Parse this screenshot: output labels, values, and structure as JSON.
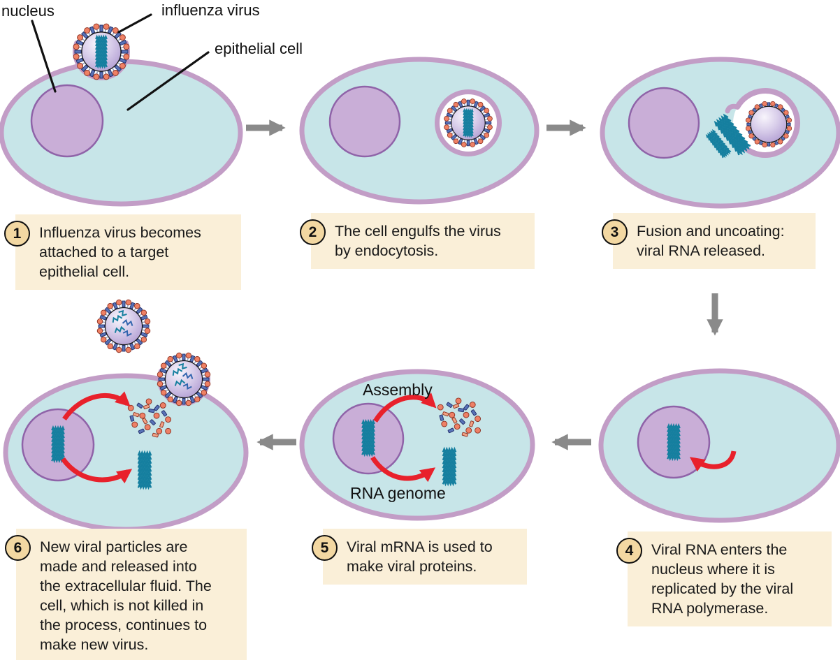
{
  "labels": {
    "nucleus": "nucleus",
    "influenza_virus": "influenza virus",
    "epithelial_cell": "epithelial cell",
    "assembly": "Assembly",
    "rna_genome": "RNA genome"
  },
  "steps": [
    {
      "num": "1",
      "text": "Influenza virus becomes attached to a target epithelial cell.",
      "lines": [
        "Influenza virus becomes",
        "attached to a target",
        "epithelial cell."
      ]
    },
    {
      "num": "2",
      "text": "The cell engulfs the virus by endocytosis.",
      "lines": [
        "The cell engulfs the virus",
        "by endocytosis."
      ]
    },
    {
      "num": "3",
      "text": "Fusion and uncoating: viral RNA released.",
      "lines": [
        "Fusion and uncoating:",
        "viral RNA released."
      ]
    },
    {
      "num": "4",
      "text": "Viral RNA enters the nucleus where it is replicated by the viral RNA polymerase.",
      "lines": [
        "Viral RNA enters the",
        "nucleus where it is",
        "replicated by the viral",
        "RNA polymerase."
      ]
    },
    {
      "num": "5",
      "text": "Viral mRNA is used to make viral proteins.",
      "lines": [
        "Viral mRNA is used to",
        "make viral proteins."
      ]
    },
    {
      "num": "6",
      "text": "New viral particles are made and released into the extracellular fluid. The cell, which is not killed in the process, continues to make new virus.",
      "lines": [
        "New viral particles are",
        "made and released into",
        "the extracellular fluid. The",
        "cell, which is not killed in",
        "the process, continues to",
        "make new virus."
      ]
    }
  ],
  "colors": {
    "cell_fill": "#c7e5e8",
    "cell_membrane": "#c29dc6",
    "nucleus_fill": "#c9aed7",
    "nucleus_border": "#8f63a8",
    "rna_teal": "#157f9f",
    "spike_blue": "#5873b8",
    "spike_red": "#ef8165",
    "caption_bg": "#faefd8",
    "number_bg": "#f3d8a2",
    "arrow_gray": "#8a8a8a",
    "arrow_red": "#e8212b",
    "label_text": "#101010"
  }
}
